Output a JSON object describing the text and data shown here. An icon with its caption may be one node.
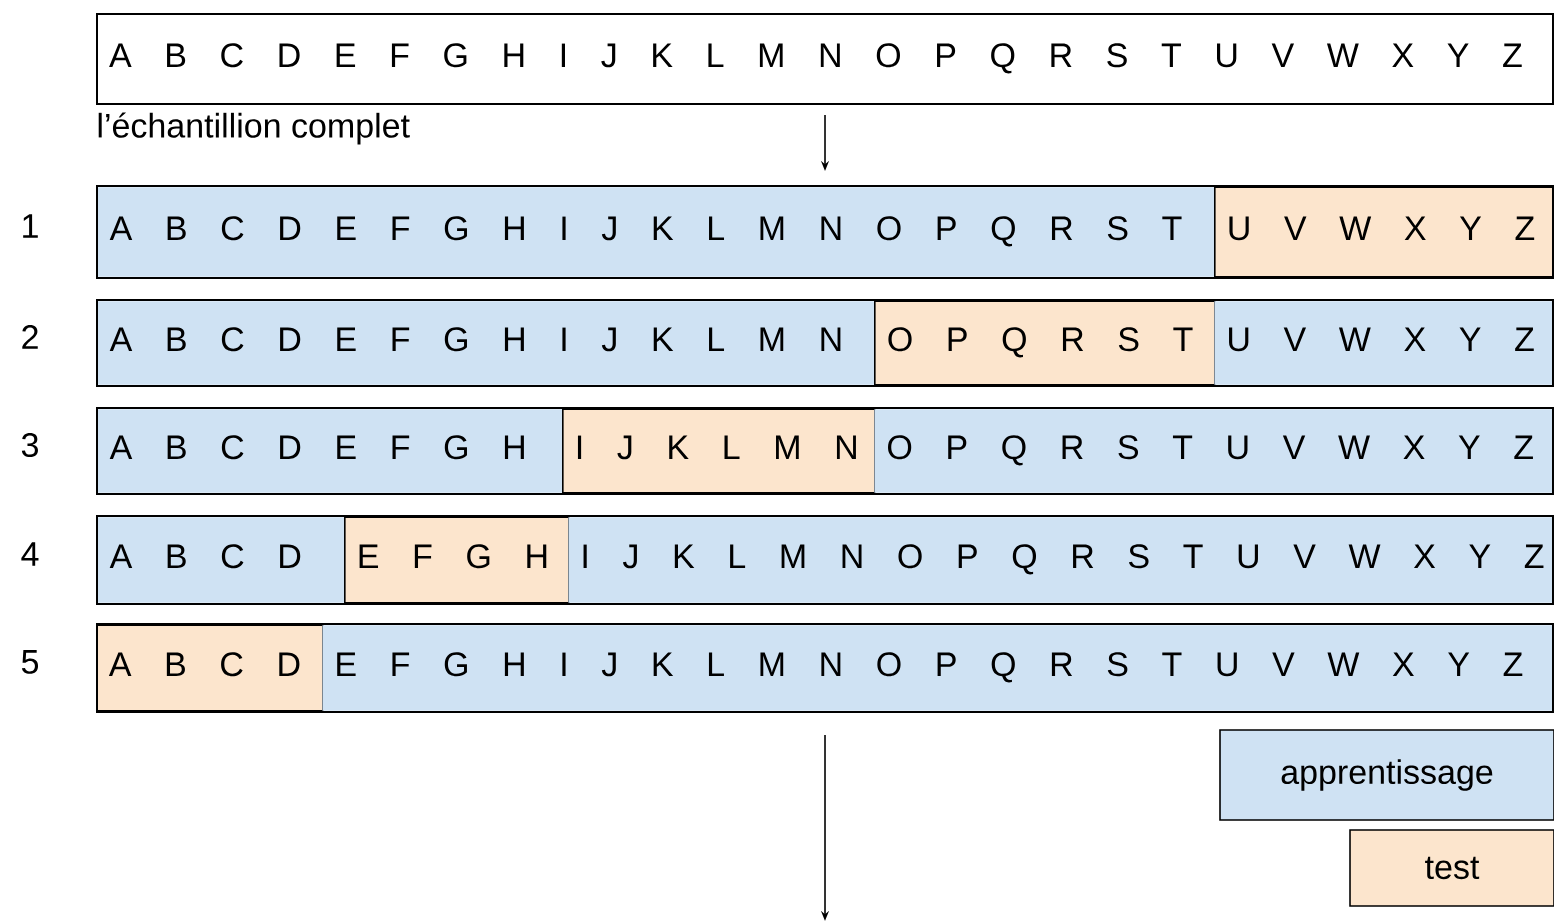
{
  "diagram": {
    "nodes": [
      {
        "text": [
          "A B C D E F G H I J K L M N O P Q R S T U V W X Y Z"
        ],
        "beside": [
          "l’échantillion complet"
        ]
      },
      {
        "text": [],
        "shape": "bar",
        "beside": [
          "1"
        ]
      },
      {
        "text": [
          "A B C D E F G H I J K L M N O P Q R S T"
        ],
        "in": 1
      },
      {
        "text": [
          "U V W X Y Z"
        ],
        "in": 1
      },
      {
        "text": [],
        "shape": "bar",
        "beside": [
          "2"
        ]
      },
      {
        "text": [
          "A B C D E F G H I J K L M N"
        ],
        "in": 4
      },
      {
        "text": [
          "O P Q R S T"
        ],
        "in": 4
      },
      {
        "text": [
          "U V W X Y Z"
        ],
        "in": 4
      },
      {
        "text": [],
        "shape": "bar",
        "beside": [
          "3"
        ]
      },
      {
        "text": [
          "A B C D E F G H"
        ],
        "in": 8
      },
      {
        "text": [
          "I J K L M N"
        ],
        "in": 8
      },
      {
        "text": [
          "O P Q R S T U V W X Y Z"
        ],
        "in": 8
      },
      {
        "text": [],
        "shape": "bar",
        "beside": [
          "4"
        ]
      },
      {
        "text": [
          "A B C D"
        ],
        "in": 12
      },
      {
        "text": [
          "E F G H"
        ],
        "in": 12
      },
      {
        "text": [
          "I J K L M N O P Q R S T U V W X Y Z"
        ],
        "in": 12
      },
      {
        "text": [],
        "shape": "bar",
        "beside": [
          "5"
        ]
      },
      {
        "text": [
          "A B C D"
        ],
        "in": 16
      },
      {
        "text": [
          "E F G H I J K L M N O P Q R S T U V W X Y Z"
        ],
        "in": 16
      }
    ],
    "edges": [
      {
        "from": 0,
        "to": 1,
        "arrow": "to"
      },
      {
        "from": 16,
        "to": null,
        "arrow": "to"
      }
    ],
    "legend": [
      {
        "text": "apprentissage",
        "color": "#cfe2f3"
      },
      {
        "text": "test",
        "color": "#fce5cd"
      }
    ]
  }
}
